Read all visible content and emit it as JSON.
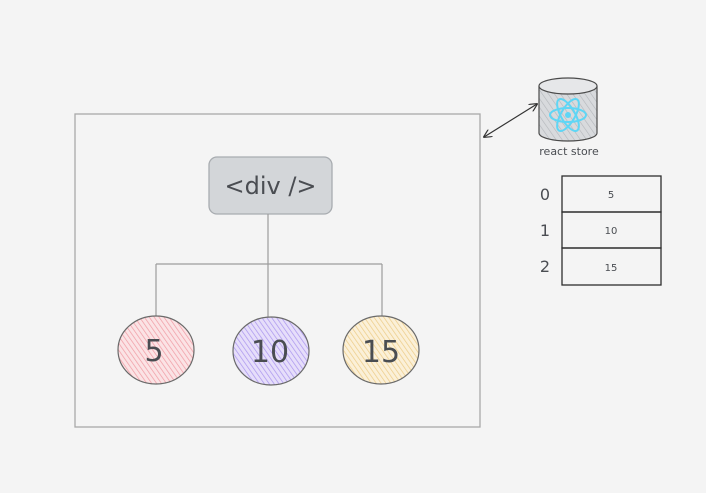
{
  "component_tree": {
    "root_label": "<div />",
    "children": [
      {
        "label": "5",
        "color": "#f7c8cc"
      },
      {
        "label": "10",
        "color": "#d4c7f5"
      },
      {
        "label": "15",
        "color": "#f5e2b8"
      }
    ]
  },
  "store": {
    "label": "react store",
    "icon": "react-atom-icon",
    "accent": "#5fd6f5"
  },
  "store_table": {
    "rows": [
      {
        "index": "0",
        "value": "5"
      },
      {
        "index": "1",
        "value": "10"
      },
      {
        "index": "2",
        "value": "15"
      }
    ]
  }
}
